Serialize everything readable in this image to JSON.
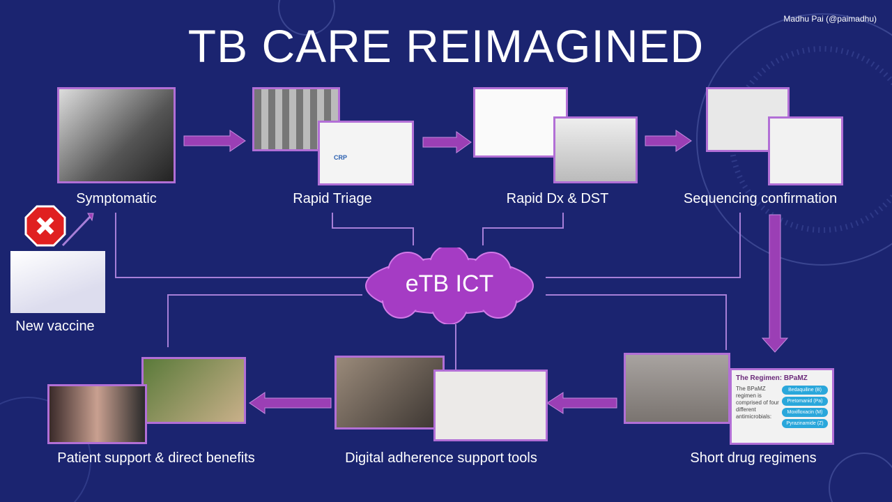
{
  "title": "TB CARE REIMAGINED",
  "credit": "Madhu Pai (@paimadhu)",
  "steps": {
    "symptomatic": "Symptomatic",
    "triage": "Rapid Triage",
    "dx": "Rapid Dx & DST",
    "sequencing": "Sequencing confirmation",
    "regimens": "Short drug regimens",
    "adherence": "Digital adherence support tools",
    "support": "Patient support & direct benefits",
    "vaccine": "New vaccine"
  },
  "hub": "eTB ICT",
  "kit_label": "CRP",
  "regimen_card": {
    "title": "The Regimen: BPaMZ",
    "text": "The BPaMZ regimen is comprised of four different antimicrobials:",
    "drugs": [
      "Bedaquiline (B)",
      "Pretomanid (Pa)",
      "Moxifloxacin (M)",
      "Pyrazinamide (Z)"
    ]
  },
  "colors": {
    "background": "#1b2470",
    "accent": "#9b3fb5",
    "border": "#b26fd6"
  }
}
